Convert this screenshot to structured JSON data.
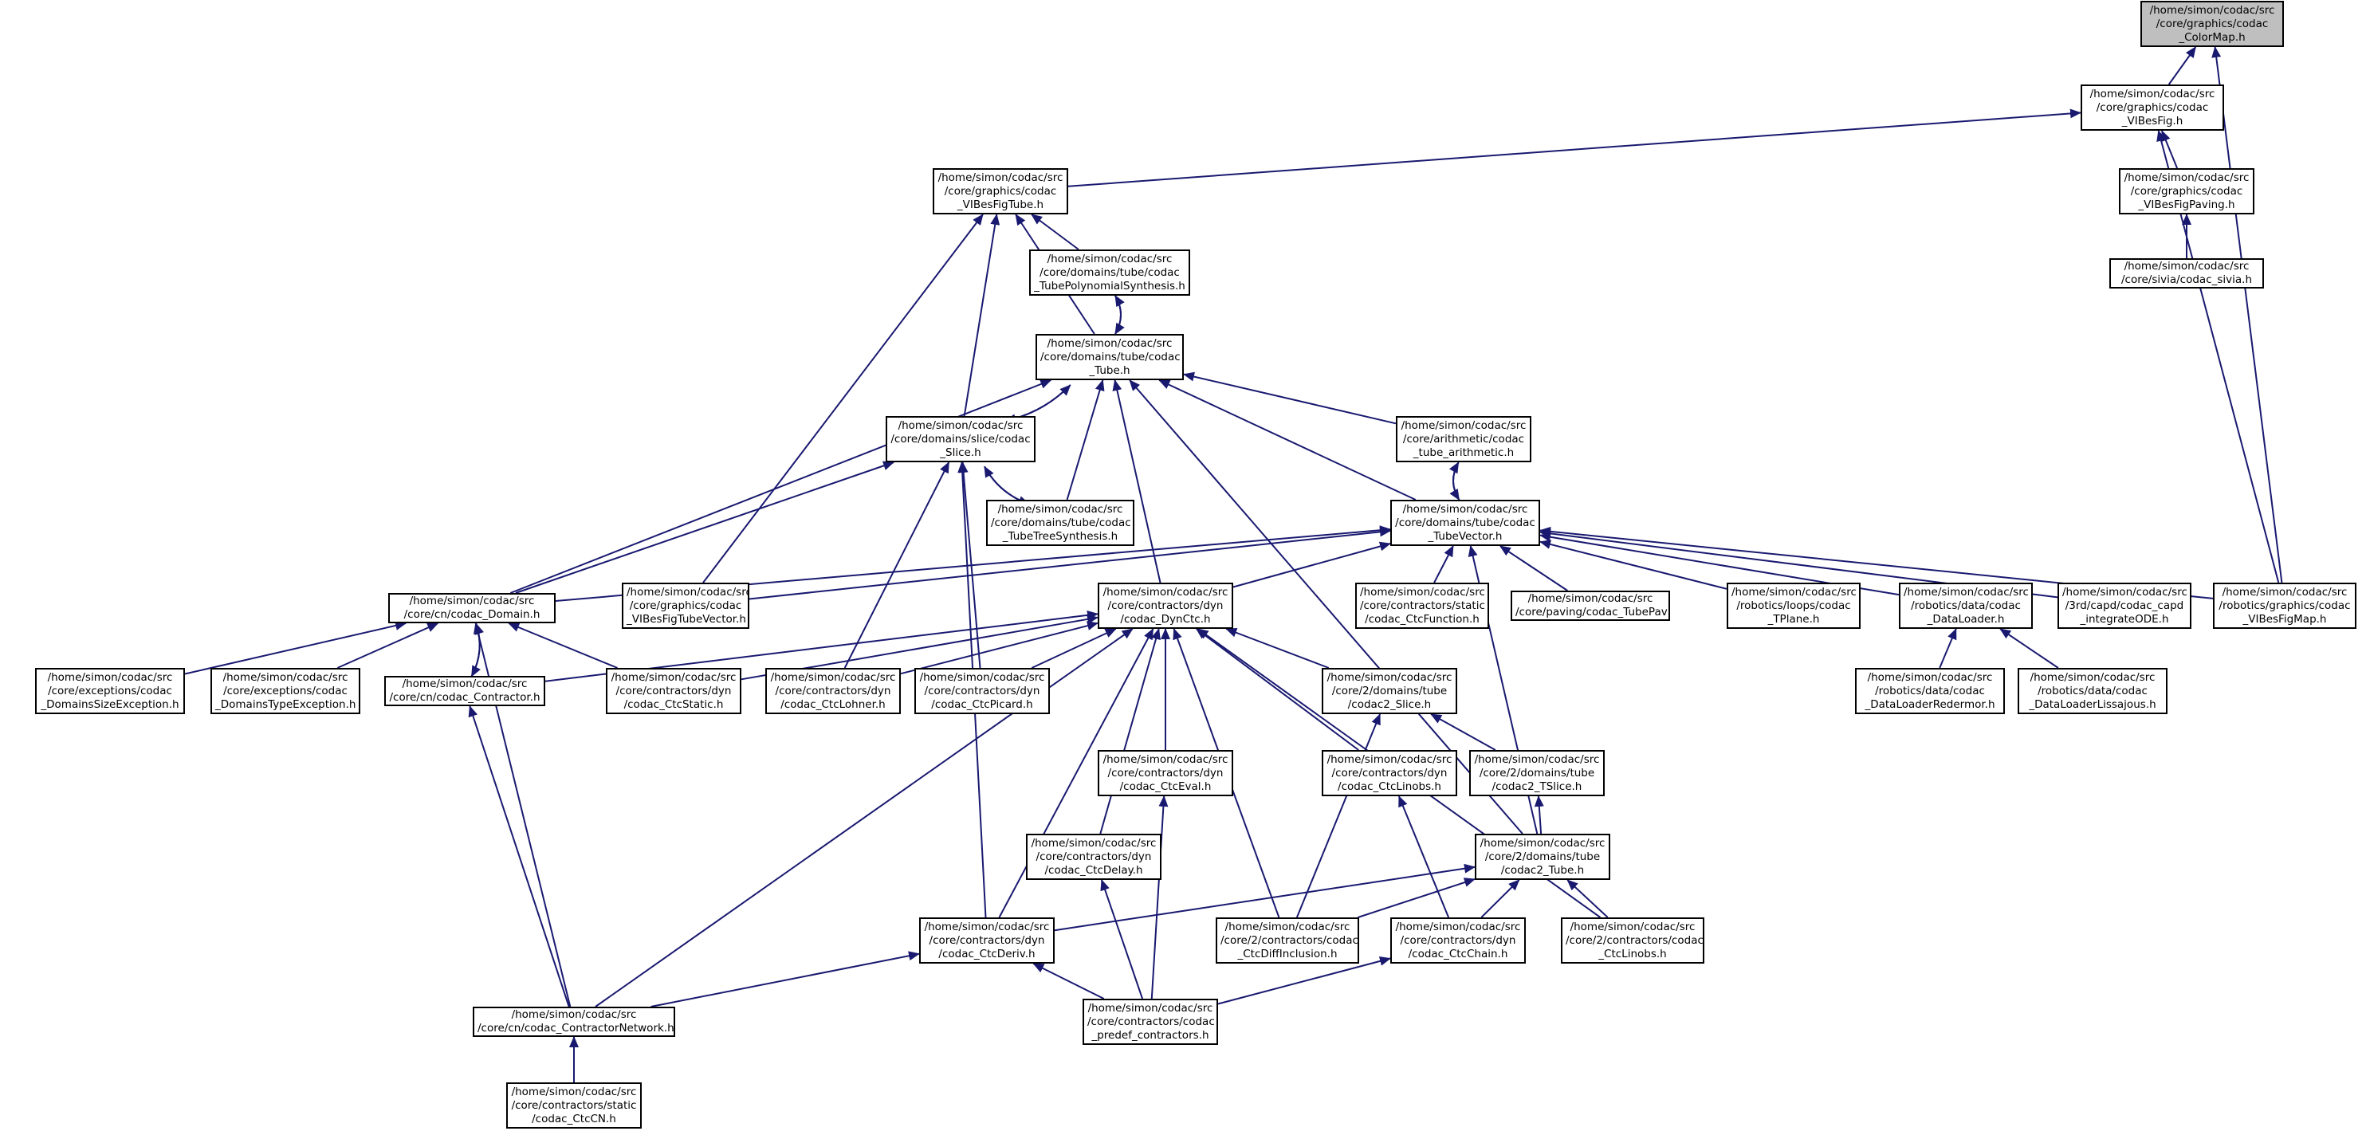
{
  "diagram": {
    "type": "doxygen include dependency graph",
    "colors": {
      "edge": "#191970",
      "node_border": "#000000",
      "root_fill": "#bfbfbf",
      "node_fill": "#ffffff"
    }
  },
  "nodes": [
    {
      "id": "colormap",
      "root": true,
      "lines": [
        "/home/simon/codac/src",
        "/core/graphics/codac",
        "_ColorMap.h"
      ]
    },
    {
      "id": "vibesfig",
      "lines": [
        "/home/simon/codac/src",
        "/core/graphics/codac",
        "_VIBesFig.h"
      ]
    },
    {
      "id": "vibesfigpaving",
      "lines": [
        "/home/simon/codac/src",
        "/core/graphics/codac",
        "_VIBesFigPaving.h"
      ]
    },
    {
      "id": "sivia",
      "lines": [
        "/home/simon/codac/src",
        "/core/sivia/codac_sivia.h"
      ]
    },
    {
      "id": "vibesfigtube",
      "lines": [
        "/home/simon/codac/src",
        "/core/graphics/codac",
        "_VIBesFigTube.h"
      ]
    },
    {
      "id": "tubepoly",
      "lines": [
        "/home/simon/codac/src",
        "/core/domains/tube/codac",
        "_TubePolynomialSynthesis.h"
      ]
    },
    {
      "id": "tube",
      "lines": [
        "/home/simon/codac/src",
        "/core/domains/tube/codac",
        "_Tube.h"
      ]
    },
    {
      "id": "slice",
      "lines": [
        "/home/simon/codac/src",
        "/core/domains/slice/codac",
        "_Slice.h"
      ]
    },
    {
      "id": "arith",
      "lines": [
        "/home/simon/codac/src",
        "/core/arithmetic/codac",
        "_tube_arithmetic.h"
      ]
    },
    {
      "id": "tubetree",
      "lines": [
        "/home/simon/codac/src",
        "/core/domains/tube/codac",
        "_TubeTreeSynthesis.h"
      ]
    },
    {
      "id": "tubevector",
      "lines": [
        "/home/simon/codac/src",
        "/core/domains/tube/codac",
        "_TubeVector.h"
      ]
    },
    {
      "id": "domain",
      "lines": [
        "/home/simon/codac/src",
        "/core/cn/codac_Domain.h"
      ]
    },
    {
      "id": "figtubevector",
      "lines": [
        "/home/simon/codac/src",
        "/core/graphics/codac",
        "_VIBesFigTubeVector.h"
      ]
    },
    {
      "id": "dynctc",
      "lines": [
        "/home/simon/codac/src",
        "/core/contractors/dyn",
        "/codac_DynCtc.h"
      ]
    },
    {
      "id": "ctcfunction",
      "lines": [
        "/home/simon/codac/src",
        "/core/contractors/static",
        "/codac_CtcFunction.h"
      ]
    },
    {
      "id": "tubepaving",
      "lines": [
        "/home/simon/codac/src",
        "/core/paving/codac_TubePaving.h"
      ]
    },
    {
      "id": "tplane",
      "lines": [
        "/home/simon/codac/src",
        "/robotics/loops/codac",
        "_TPlane.h"
      ]
    },
    {
      "id": "dataloader",
      "lines": [
        "/home/simon/codac/src",
        "/robotics/data/codac",
        "_DataLoader.h"
      ]
    },
    {
      "id": "capd",
      "lines": [
        "/home/simon/codac/src",
        "/3rd/capd/codac_capd",
        "_integrateODE.h"
      ]
    },
    {
      "id": "figmap",
      "lines": [
        "/home/simon/codac/src",
        "/robotics/graphics/codac",
        "_VIBesFigMap.h"
      ]
    },
    {
      "id": "domsizeexc",
      "lines": [
        "/home/simon/codac/src",
        "/core/exceptions/codac",
        "_DomainsSizeException.h"
      ]
    },
    {
      "id": "domtypeexc",
      "lines": [
        "/home/simon/codac/src",
        "/core/exceptions/codac",
        "_DomainsTypeException.h"
      ]
    },
    {
      "id": "contractor",
      "lines": [
        "/home/simon/codac/src",
        "/core/cn/codac_Contractor.h"
      ]
    },
    {
      "id": "ctcstatic",
      "lines": [
        "/home/simon/codac/src",
        "/core/contractors/dyn",
        "/codac_CtcStatic.h"
      ]
    },
    {
      "id": "ctclohner",
      "lines": [
        "/home/simon/codac/src",
        "/core/contractors/dyn",
        "/codac_CtcLohner.h"
      ]
    },
    {
      "id": "ctcpicard",
      "lines": [
        "/home/simon/codac/src",
        "/core/contractors/dyn",
        "/codac_CtcPicard.h"
      ]
    },
    {
      "id": "slice2",
      "lines": [
        "/home/simon/codac/src",
        "/core/2/domains/tube",
        "/codac2_Slice.h"
      ]
    },
    {
      "id": "loaderredermor",
      "lines": [
        "/home/simon/codac/src",
        "/robotics/data/codac",
        "_DataLoaderRedermor.h"
      ]
    },
    {
      "id": "loaderlissajous",
      "lines": [
        "/home/simon/codac/src",
        "/robotics/data/codac",
        "_DataLoaderLissajous.h"
      ]
    },
    {
      "id": "ctceval",
      "lines": [
        "/home/simon/codac/src",
        "/core/contractors/dyn",
        "/codac_CtcEval.h"
      ]
    },
    {
      "id": "ctclinobs",
      "lines": [
        "/home/simon/codac/src",
        "/core/contractors/dyn",
        "/codac_CtcLinobs.h"
      ]
    },
    {
      "id": "tslice2",
      "lines": [
        "/home/simon/codac/src",
        "/core/2/domains/tube",
        "/codac2_TSlice.h"
      ]
    },
    {
      "id": "ctcdelay",
      "lines": [
        "/home/simon/codac/src",
        "/core/contractors/dyn",
        "/codac_CtcDelay.h"
      ]
    },
    {
      "id": "tube2",
      "lines": [
        "/home/simon/codac/src",
        "/core/2/domains/tube",
        "/codac2_Tube.h"
      ]
    },
    {
      "id": "ctcderiv",
      "lines": [
        "/home/simon/codac/src",
        "/core/contractors/dyn",
        "/codac_CtcDeriv.h"
      ]
    },
    {
      "id": "ctcdiffincl",
      "lines": [
        "/home/simon/codac/src",
        "/core/2/contractors/codac2",
        "_CtcDiffInclusion.h"
      ]
    },
    {
      "id": "ctcchain",
      "lines": [
        "/home/simon/codac/src",
        "/core/contractors/dyn",
        "/codac_CtcChain.h"
      ]
    },
    {
      "id": "ctclinobs2",
      "lines": [
        "/home/simon/codac/src",
        "/core/2/contractors/codac2",
        "_CtcLinobs.h"
      ]
    },
    {
      "id": "cnetwork",
      "lines": [
        "/home/simon/codac/src",
        "/core/cn/codac_ContractorNetwork.h"
      ]
    },
    {
      "id": "predef",
      "lines": [
        "/home/simon/codac/src",
        "/core/contractors/codac",
        "_predef_contractors.h"
      ]
    },
    {
      "id": "ctccn",
      "lines": [
        "/home/simon/codac/src",
        "/core/contractors/static",
        "/codac_CtcCN.h"
      ]
    }
  ],
  "edges": [
    [
      "vibesfig",
      "colormap"
    ],
    [
      "figmap",
      "colormap"
    ],
    [
      "vibesfigtube",
      "vibesfig"
    ],
    [
      "vibesfigpaving",
      "vibesfig"
    ],
    [
      "figmap",
      "vibesfig"
    ],
    [
      "sivia",
      "vibesfigpaving"
    ],
    [
      "tubepoly",
      "vibesfigtube"
    ],
    [
      "tube",
      "vibesfigtube"
    ],
    [
      "slice",
      "vibesfigtube"
    ],
    [
      "figtubevector",
      "vibesfigtube"
    ],
    [
      "tube",
      "tubepoly"
    ],
    [
      "tubepoly",
      "tube"
    ],
    [
      "slice",
      "tube"
    ],
    [
      "tube",
      "slice"
    ],
    [
      "arith",
      "tube"
    ],
    [
      "tubevector",
      "tube"
    ],
    [
      "domain",
      "tube"
    ],
    [
      "tubetree",
      "tube"
    ],
    [
      "dynctc",
      "tube"
    ],
    [
      "tube2",
      "tube"
    ],
    [
      "tubevector",
      "arith"
    ],
    [
      "arith",
      "tubevector"
    ],
    [
      "tubetree",
      "slice"
    ],
    [
      "slice",
      "tubetree"
    ],
    [
      "domain",
      "slice"
    ],
    [
      "ctclohner",
      "slice"
    ],
    [
      "ctcpicard",
      "slice"
    ],
    [
      "ctcderiv",
      "slice"
    ],
    [
      "domain",
      "tubevector"
    ],
    [
      "figtubevector",
      "tubevector"
    ],
    [
      "dynctc",
      "tubevector"
    ],
    [
      "ctcfunction",
      "tubevector"
    ],
    [
      "tubepaving",
      "tubevector"
    ],
    [
      "tplane",
      "tubevector"
    ],
    [
      "dataloader",
      "tubevector"
    ],
    [
      "capd",
      "tubevector"
    ],
    [
      "figmap",
      "tubevector"
    ],
    [
      "tube2",
      "tubevector"
    ],
    [
      "domsizeexc",
      "domain"
    ],
    [
      "domtypeexc",
      "domain"
    ],
    [
      "contractor",
      "domain"
    ],
    [
      "domain",
      "contractor"
    ],
    [
      "ctcstatic",
      "domain"
    ],
    [
      "cnetwork",
      "domain"
    ],
    [
      "contractor",
      "dynctc"
    ],
    [
      "ctcstatic",
      "dynctc"
    ],
    [
      "ctclohner",
      "dynctc"
    ],
    [
      "ctcpicard",
      "dynctc"
    ],
    [
      "slice2",
      "dynctc"
    ],
    [
      "ctceval",
      "dynctc"
    ],
    [
      "ctclinobs",
      "dynctc"
    ],
    [
      "ctcdelay",
      "dynctc"
    ],
    [
      "ctcderiv",
      "dynctc"
    ],
    [
      "ctcdiffincl",
      "dynctc"
    ],
    [
      "ctclinobs2",
      "dynctc"
    ],
    [
      "cnetwork",
      "dynctc"
    ],
    [
      "loaderredermor",
      "dataloader"
    ],
    [
      "loaderlissajous",
      "dataloader"
    ],
    [
      "cnetwork",
      "contractor"
    ],
    [
      "tslice2",
      "slice2"
    ],
    [
      "ctcdiffincl",
      "slice2"
    ],
    [
      "predef",
      "ctceval"
    ],
    [
      "ctcchain",
      "ctclinobs"
    ],
    [
      "tube2",
      "tslice2"
    ],
    [
      "predef",
      "ctcdelay"
    ],
    [
      "ctcderiv",
      "tube2"
    ],
    [
      "ctcdiffincl",
      "tube2"
    ],
    [
      "ctcchain",
      "tube2"
    ],
    [
      "ctclinobs2",
      "tube2"
    ],
    [
      "cnetwork",
      "ctcderiv"
    ],
    [
      "predef",
      "ctcderiv"
    ],
    [
      "predef",
      "ctcchain"
    ],
    [
      "ctccn",
      "cnetwork"
    ]
  ]
}
